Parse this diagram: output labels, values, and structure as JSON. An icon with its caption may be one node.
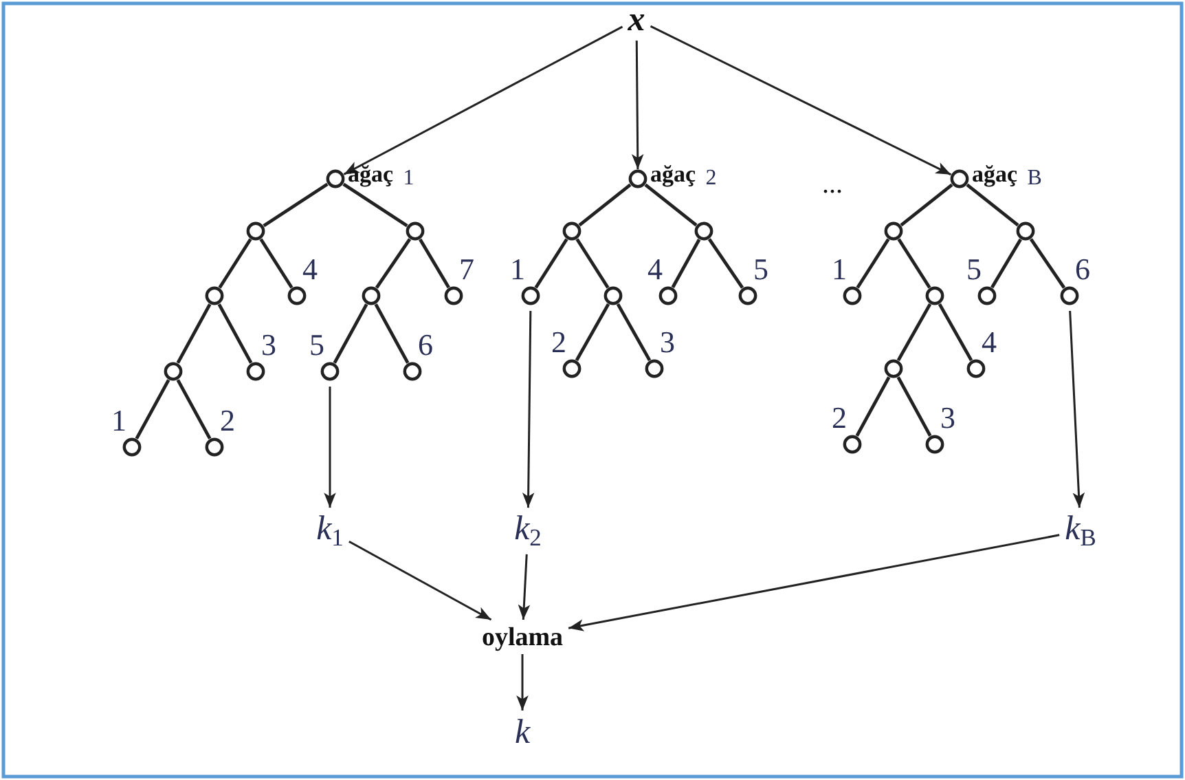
{
  "diagram": {
    "nodes": [
      {
        "text": [
          "x"
        ]
      },
      {
        "text": [],
        "shape": "circle",
        "beside": [
          "**ağaç** $_{1}$"
        ]
      },
      {
        "text": [],
        "shape": "circle"
      },
      {
        "text": [],
        "shape": "circle"
      },
      {
        "text": [],
        "shape": "circle"
      },
      {
        "text": [],
        "shape": "circle",
        "beside": [
          "4"
        ]
      },
      {
        "text": [],
        "shape": "circle"
      },
      {
        "text": [],
        "shape": "circle",
        "beside": [
          "7"
        ]
      },
      {
        "text": [],
        "shape": "circle"
      },
      {
        "text": [],
        "shape": "circle",
        "beside": [
          "3"
        ]
      },
      {
        "text": [],
        "shape": "circle",
        "beside": [
          "5"
        ]
      },
      {
        "text": [],
        "shape": "circle",
        "beside": [
          "6"
        ]
      },
      {
        "text": [],
        "shape": "circle",
        "beside": [
          "1"
        ]
      },
      {
        "text": [],
        "shape": "circle",
        "beside": [
          "2"
        ]
      },
      {
        "text": [],
        "shape": "circle",
        "beside": [
          "**ağaç** $_{2}$"
        ]
      },
      {
        "text": [],
        "shape": "circle"
      },
      {
        "text": [],
        "shape": "circle"
      },
      {
        "text": [],
        "shape": "circle",
        "beside": [
          "1"
        ]
      },
      {
        "text": [],
        "shape": "circle"
      },
      {
        "text": [],
        "shape": "circle",
        "beside": [
          "4"
        ]
      },
      {
        "text": [],
        "shape": "circle",
        "beside": [
          "5"
        ]
      },
      {
        "text": [],
        "shape": "circle",
        "beside": [
          "2"
        ]
      },
      {
        "text": [],
        "shape": "circle",
        "beside": [
          "3"
        ]
      },
      {
        "text": [],
        "shape": "circle",
        "beside": [
          "**ağaç** $_{B}$"
        ]
      },
      {
        "text": [],
        "shape": "circle"
      },
      {
        "text": [],
        "shape": "circle"
      },
      {
        "text": [],
        "shape": "circle",
        "beside": [
          "1"
        ]
      },
      {
        "text": [],
        "shape": "circle"
      },
      {
        "text": [],
        "shape": "circle",
        "beside": [
          "5"
        ]
      },
      {
        "text": [],
        "shape": "circle",
        "beside": [
          "6"
        ]
      },
      {
        "text": [],
        "shape": "circle"
      },
      {
        "text": [],
        "shape": "circle",
        "beside": [
          "4"
        ]
      },
      {
        "text": [],
        "shape": "circle",
        "beside": [
          "2"
        ]
      },
      {
        "text": [],
        "shape": "circle",
        "beside": [
          "3"
        ]
      },
      {
        "text": [
          "*k*$_{1}$"
        ]
      },
      {
        "text": [
          "*k*$_{2}$"
        ]
      },
      {
        "text": [
          "*k*$_{B}$"
        ]
      },
      {
        "text": [
          "oylama"
        ]
      },
      {
        "text": [
          "k"
        ]
      }
    ],
    "edges": [
      {
        "from": 0,
        "to": 1,
        "arrow": "to"
      },
      {
        "from": 0,
        "to": 14,
        "arrow": "to"
      },
      {
        "from": 0,
        "to": 23,
        "arrow": "to"
      },
      {
        "from": 1,
        "to": 2,
        "arrow": "none"
      },
      {
        "from": 1,
        "to": 3,
        "arrow": "none"
      },
      {
        "from": 2,
        "to": 4,
        "arrow": "none"
      },
      {
        "from": 2,
        "to": 5,
        "arrow": "none"
      },
      {
        "from": 3,
        "to": 6,
        "arrow": "none"
      },
      {
        "from": 3,
        "to": 7,
        "arrow": "none"
      },
      {
        "from": 4,
        "to": 8,
        "arrow": "none"
      },
      {
        "from": 4,
        "to": 9,
        "arrow": "none"
      },
      {
        "from": 6,
        "to": 10,
        "arrow": "none"
      },
      {
        "from": 6,
        "to": 11,
        "arrow": "none"
      },
      {
        "from": 8,
        "to": 12,
        "arrow": "none"
      },
      {
        "from": 8,
        "to": 13,
        "arrow": "none"
      },
      {
        "from": 14,
        "to": 15,
        "arrow": "none"
      },
      {
        "from": 14,
        "to": 16,
        "arrow": "none"
      },
      {
        "from": 15,
        "to": 17,
        "arrow": "none"
      },
      {
        "from": 15,
        "to": 18,
        "arrow": "none"
      },
      {
        "from": 16,
        "to": 19,
        "arrow": "none"
      },
      {
        "from": 16,
        "to": 20,
        "arrow": "none"
      },
      {
        "from": 18,
        "to": 21,
        "arrow": "none"
      },
      {
        "from": 18,
        "to": 22,
        "arrow": "none"
      },
      {
        "from": 23,
        "to": 24,
        "arrow": "none"
      },
      {
        "from": 23,
        "to": 25,
        "arrow": "none"
      },
      {
        "from": 24,
        "to": 26,
        "arrow": "none"
      },
      {
        "from": 24,
        "to": 27,
        "arrow": "none"
      },
      {
        "from": 25,
        "to": 28,
        "arrow": "none"
      },
      {
        "from": 25,
        "to": 29,
        "arrow": "none"
      },
      {
        "from": 27,
        "to": 30,
        "arrow": "none"
      },
      {
        "from": 27,
        "to": 31,
        "arrow": "none"
      },
      {
        "from": 30,
        "to": 32,
        "arrow": "none"
      },
      {
        "from": 30,
        "to": 33,
        "arrow": "none"
      },
      {
        "from": 10,
        "to": 34,
        "arrow": "to"
      },
      {
        "from": 17,
        "to": 35,
        "arrow": "to"
      },
      {
        "from": 29,
        "to": 36,
        "arrow": "to"
      },
      {
        "from": 34,
        "to": 37,
        "arrow": "to"
      },
      {
        "from": 35,
        "to": 37,
        "arrow": "to"
      },
      {
        "from": 36,
        "to": 37,
        "arrow": "to"
      },
      {
        "from": 37,
        "to": 38,
        "arrow": "to"
      }
    ],
    "labels": [
      "..."
    ]
  }
}
